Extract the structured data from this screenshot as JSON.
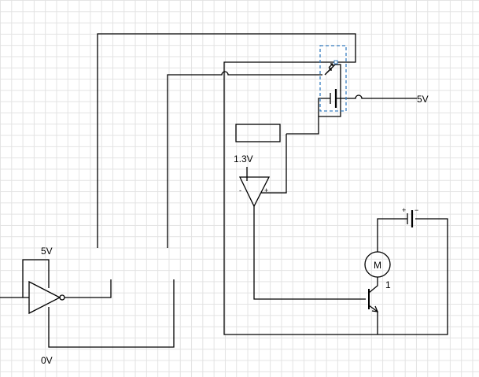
{
  "labels": {
    "supply_right": "5V",
    "inverter_top": "5V",
    "inverter_bottom": "0V",
    "reference": "1.3V",
    "opamp_minus": "-",
    "opamp_plus": "+",
    "motor": "M",
    "motor_number": "1",
    "battery_plus": "+",
    "battery_minus": "−"
  },
  "colors": {
    "wire": "#000000",
    "selection": "#3a7fc1",
    "grid": "#e3e3e3"
  }
}
